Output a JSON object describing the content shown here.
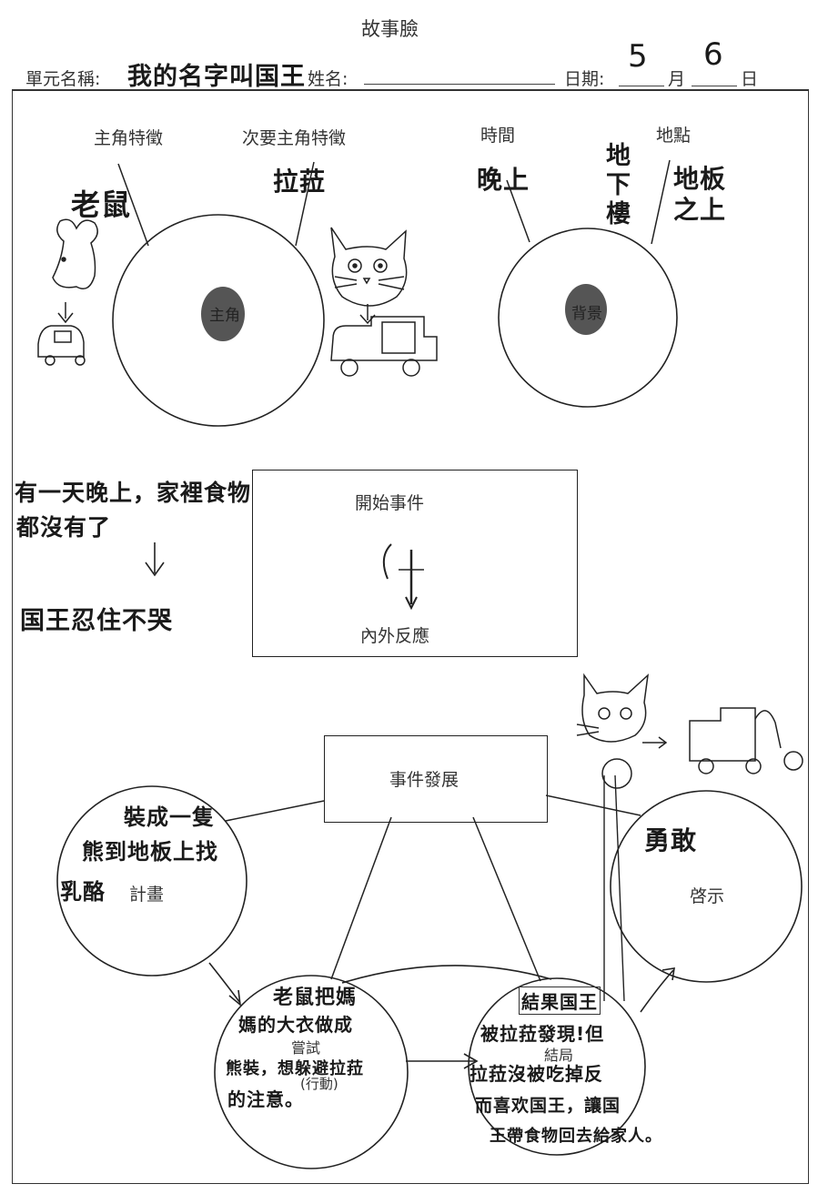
{
  "header": {
    "title": "故事臉",
    "unit_label": "單元名稱:",
    "unit_value": "我的名字叫国王",
    "name_label": "姓名:",
    "name_value": "",
    "date_label": "日期:",
    "month_value": "5",
    "month_label": "月",
    "day_value": "6",
    "day_label": "日"
  },
  "characters": {
    "main_label": "主角特徵",
    "secondary_label": "次要主角特徵",
    "main_value": "老鼠",
    "secondary_value": "拉菈",
    "center_label": "主角"
  },
  "setting": {
    "time_label": "時間",
    "place_label": "地點",
    "time_value": "晚上",
    "place_value_1": "地下樓",
    "place_value_2": "地板之上",
    "center_label": "背景"
  },
  "events": {
    "start_note_1": "有一天晚上，家裡食物",
    "start_note_2": "都沒有了",
    "reaction_note": "国王忍住不哭",
    "start_label": "開始事件",
    "reaction_label": "內外反應",
    "development_label": "事件發展"
  },
  "plot": {
    "attempt_text_1": "裝成一隻",
    "attempt_text_2": "熊到地板上找",
    "attempt_text_3": "乳酪",
    "attempt_label": "計畫",
    "action_text_1": "老鼠把媽",
    "action_text_2": "媽的大衣做成",
    "action_text_3": "熊裝，想躲避拉菈",
    "action_text_4": "的注意。",
    "action_label_1": "嘗試",
    "action_label_2": "(行動)",
    "result_text_1": "結果国王",
    "result_text_2": "被拉菈發現!但",
    "result_text_3": "拉菈沒被吃掉反",
    "result_text_4": "而喜欢国王，讓国",
    "result_text_5": "王帶食物回去給家人。",
    "result_label": "結局",
    "lesson_value": "勇敢",
    "lesson_label": "啓示"
  }
}
